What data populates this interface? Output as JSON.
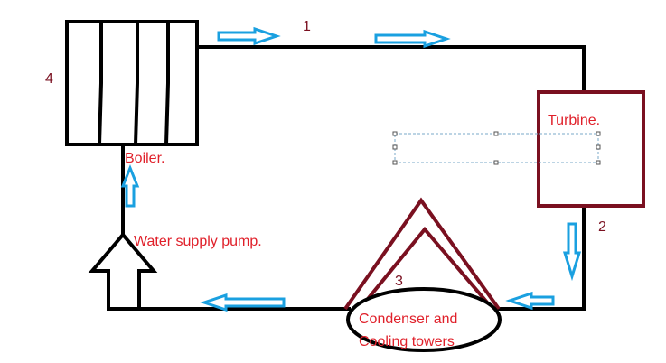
{
  "labels": {
    "boiler": "Boiler.",
    "turbine": "Turbine.",
    "pump": "Water supply pump.",
    "condenser_line1": "Condenser and",
    "condenser_line2": "Cooling towers"
  },
  "numbers": {
    "n1": "1",
    "n2": "2",
    "n3": "3",
    "n4": "4"
  },
  "colors": {
    "pipe": "#000000",
    "flow_arrow": "#1aa0e0",
    "turbine_box": "#7a1020",
    "label_text": "#e0202a"
  },
  "icons": {
    "flow": "flow-arrow-icon",
    "pump": "pump-arrow-icon"
  }
}
